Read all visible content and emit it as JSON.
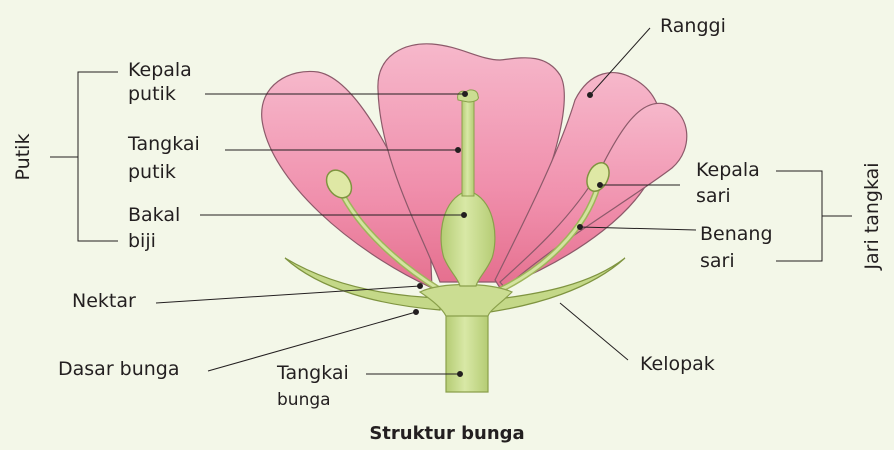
{
  "labels": {
    "ranggi": "Ranggi",
    "kepala_putik": [
      "Kepala",
      "putik"
    ],
    "tangkai_putik": [
      "Tangkai",
      "putik"
    ],
    "bakal_biji": [
      "Bakal",
      "biji"
    ],
    "putik": "Putik",
    "kepala_sari": [
      "Kepala",
      "sari"
    ],
    "benang_sari": [
      "Benang",
      "sari"
    ],
    "jari_tangkai": "Jari tangkai",
    "nektar": "Nektar",
    "dasar_bunga": "Dasar bunga",
    "tangkai_bunga": [
      "Tangkai",
      "bunga"
    ],
    "kelopak": "Kelopak"
  },
  "caption": "Struktur bunga",
  "colors": {
    "background": "#f3f7e8",
    "petal": "#f29ab4",
    "stem": "#c9dc8f",
    "line": "#231f20"
  }
}
